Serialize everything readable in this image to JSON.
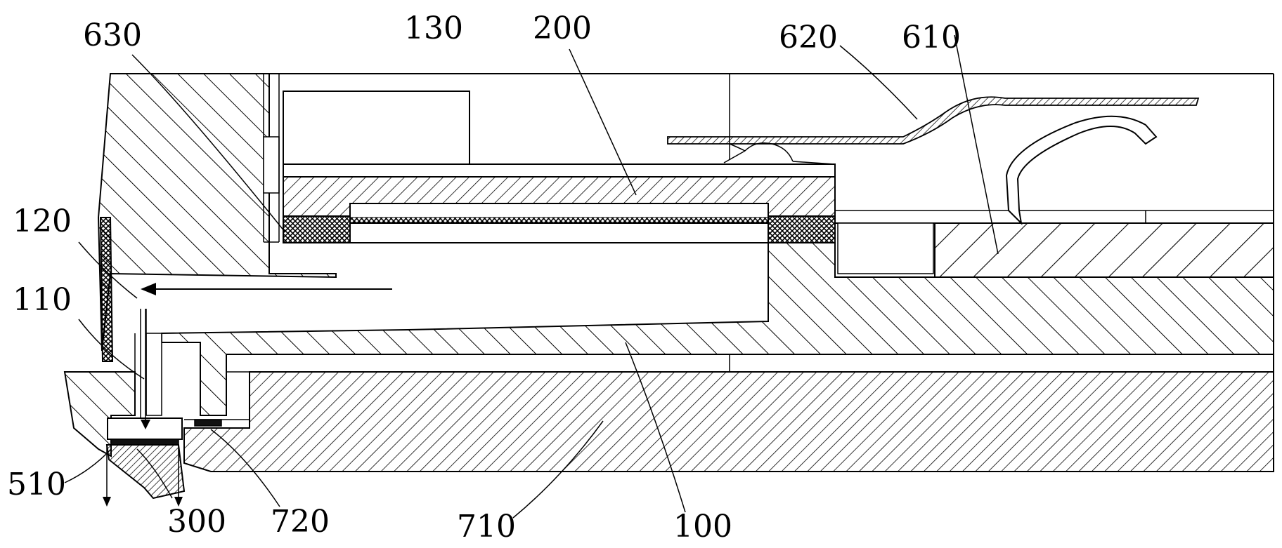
{
  "labels": {
    "l630": "630",
    "l130": "130",
    "l200": "200",
    "l620": "620",
    "l610": "610",
    "l120": "120",
    "l110": "110",
    "l510": "510",
    "l300": "300",
    "l720": "720",
    "l710": "710",
    "l100": "100"
  },
  "colors": {
    "ink": "#000000",
    "background": "#ffffff"
  }
}
